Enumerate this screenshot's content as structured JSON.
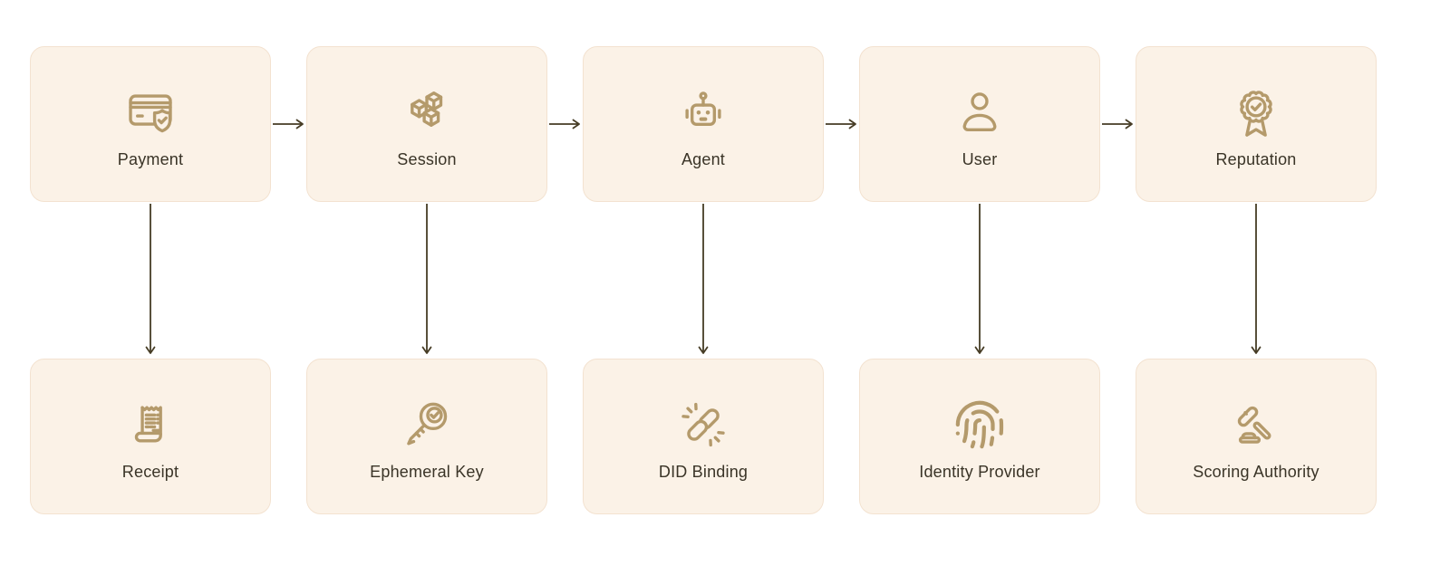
{
  "diagram": {
    "columns": [
      {
        "top": {
          "label": "Payment",
          "icon": "payment-card-shield-icon"
        },
        "bottom": {
          "label": "Receipt",
          "icon": "receipt-icon"
        }
      },
      {
        "top": {
          "label": "Session",
          "icon": "session-cubes-icon"
        },
        "bottom": {
          "label": "Ephemeral Key",
          "icon": "key-check-icon"
        }
      },
      {
        "top": {
          "label": "Agent",
          "icon": "robot-icon"
        },
        "bottom": {
          "label": "DID Binding",
          "icon": "chain-link-icon"
        }
      },
      {
        "top": {
          "label": "User",
          "icon": "person-icon"
        },
        "bottom": {
          "label": "Identity Provider",
          "icon": "fingerprint-icon"
        }
      },
      {
        "top": {
          "label": "Reputation",
          "icon": "award-rosette-icon"
        },
        "bottom": {
          "label": "Scoring Authority",
          "icon": "gavel-icon"
        }
      }
    ],
    "flow": {
      "horizontal_arrows": [
        {
          "from": "Payment",
          "to": "Session"
        },
        {
          "from": "Session",
          "to": "Agent"
        },
        {
          "from": "Agent",
          "to": "User"
        },
        {
          "from": "User",
          "to": "Reputation"
        }
      ],
      "vertical_arrows": [
        {
          "from": "Payment",
          "to": "Receipt"
        },
        {
          "from": "Session",
          "to": "Ephemeral Key"
        },
        {
          "from": "Agent",
          "to": "DID Binding"
        },
        {
          "from": "User",
          "to": "Identity Provider"
        },
        {
          "from": "Reputation",
          "to": "Scoring Authority"
        }
      ]
    },
    "colors": {
      "page_background": "#ffffff",
      "card_background": "#fbf2e7",
      "card_border": "#f3e2d0",
      "icon": "#b49a6b",
      "label_text": "#3a3427",
      "arrow": "#463c25"
    }
  }
}
